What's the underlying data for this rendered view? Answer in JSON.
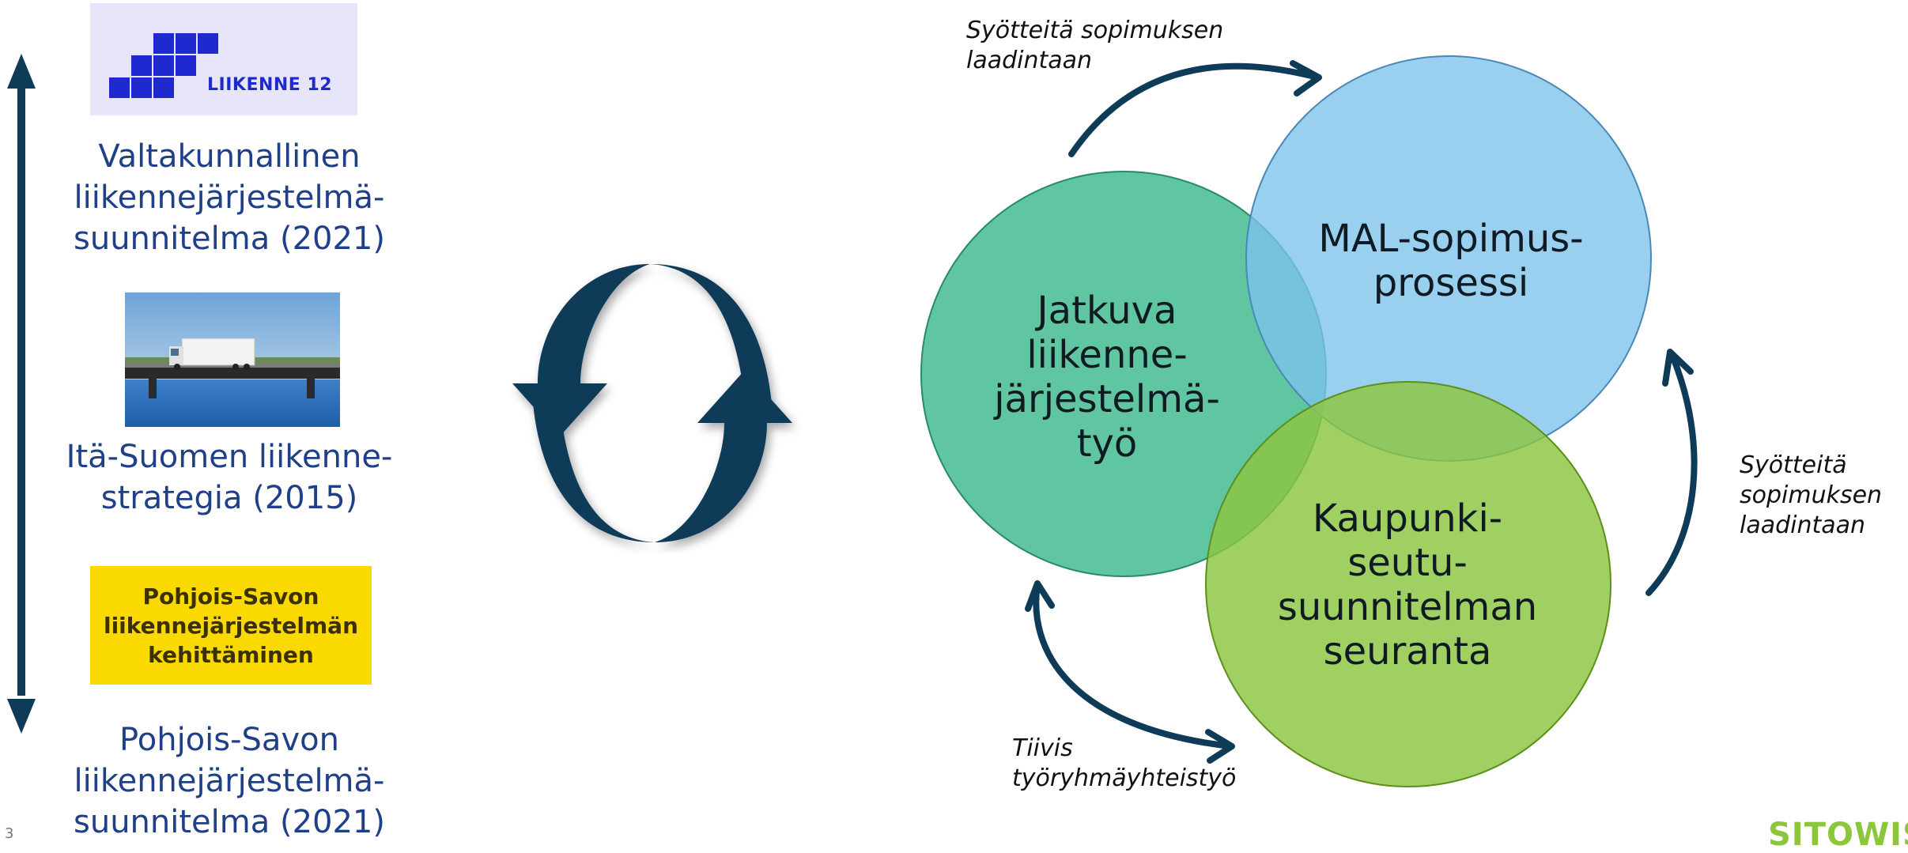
{
  "left_column": {
    "logo_text": "LIIKENNE 12",
    "items": [
      {
        "lines": [
          "Valtakunnallinen",
          "liikennejärjestelmä-",
          "suunnitelma (2021)"
        ]
      },
      {
        "lines": [
          "Itä-Suomen liikenne-",
          "strategia (2015)"
        ]
      },
      {
        "lines": [
          "Pohjois-Savon",
          "liikennejärjestelmä-",
          "suunnitelma (2021)"
        ]
      }
    ],
    "yellow_box_lines": [
      "Pohjois-Savon",
      "liikennejärjestelmän",
      "kehittäminen"
    ]
  },
  "circles": {
    "green": {
      "lines": [
        "Jatkuva",
        "liikenne-",
        "järjestelmä-",
        "työ"
      ],
      "color": "#3dba8c"
    },
    "blue": {
      "lines": [
        "MAL-sopimus-",
        "prosessi"
      ],
      "color": "#7cc3ec"
    },
    "lime": {
      "lines": [
        "Kaupunki-",
        "seutu-",
        "suunnitelman",
        "seuranta"
      ],
      "color": "#8cc63f"
    }
  },
  "notes": {
    "top": [
      "Syötteitä sopimuksen",
      "laadintaan"
    ],
    "right": [
      "Syötteitä",
      "sopimuksen",
      "laadintaan"
    ],
    "bottom": [
      "Tiivis",
      "työryhmäyhteistyö"
    ]
  },
  "colors": {
    "arrow": "#0e3b58",
    "text_blue": "#1f3f88"
  },
  "footer": {
    "page_number": "3",
    "brand": "SITOWISE"
  }
}
